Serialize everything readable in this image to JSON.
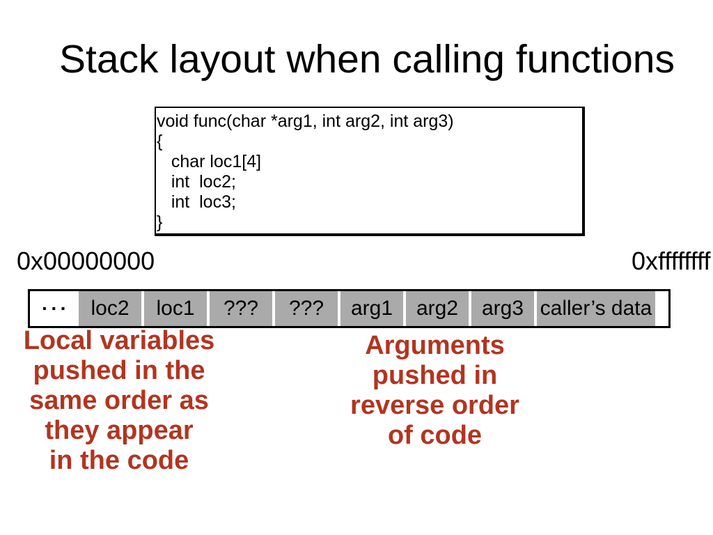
{
  "title": "Stack layout when calling functions",
  "code_box": {
    "lines": [
      "void func(char *arg1, int arg2, int arg3)",
      "{",
      "   char loc1[4]",
      "   int  loc2;",
      "   int  loc3;",
      "}"
    ]
  },
  "addresses": {
    "low": "0x00000000",
    "high": "0xffffffff"
  },
  "stack": {
    "cells": [
      {
        "label": "···",
        "type": "ellipsis"
      },
      {
        "label": "loc2",
        "type": "gray"
      },
      {
        "label": "loc1",
        "type": "gray"
      },
      {
        "label": "???",
        "type": "gray"
      },
      {
        "label": "???",
        "type": "gray"
      },
      {
        "label": "arg1",
        "type": "gray"
      },
      {
        "label": "arg2",
        "type": "gray"
      },
      {
        "label": "arg3",
        "type": "gray"
      },
      {
        "label": "caller’s data",
        "type": "wide"
      }
    ]
  },
  "annotations": {
    "locals_lines": [
      "Local variables",
      "pushed in the",
      "same order as",
      "they appear",
      "in the code"
    ],
    "args_lines": [
      "Arguments",
      "pushed in",
      "reverse order",
      "of code"
    ]
  },
  "colors": {
    "annotation_red": "#b23520",
    "cell_gray": "#aaaaaa",
    "text_black": "#000000",
    "background": "#ffffff"
  }
}
